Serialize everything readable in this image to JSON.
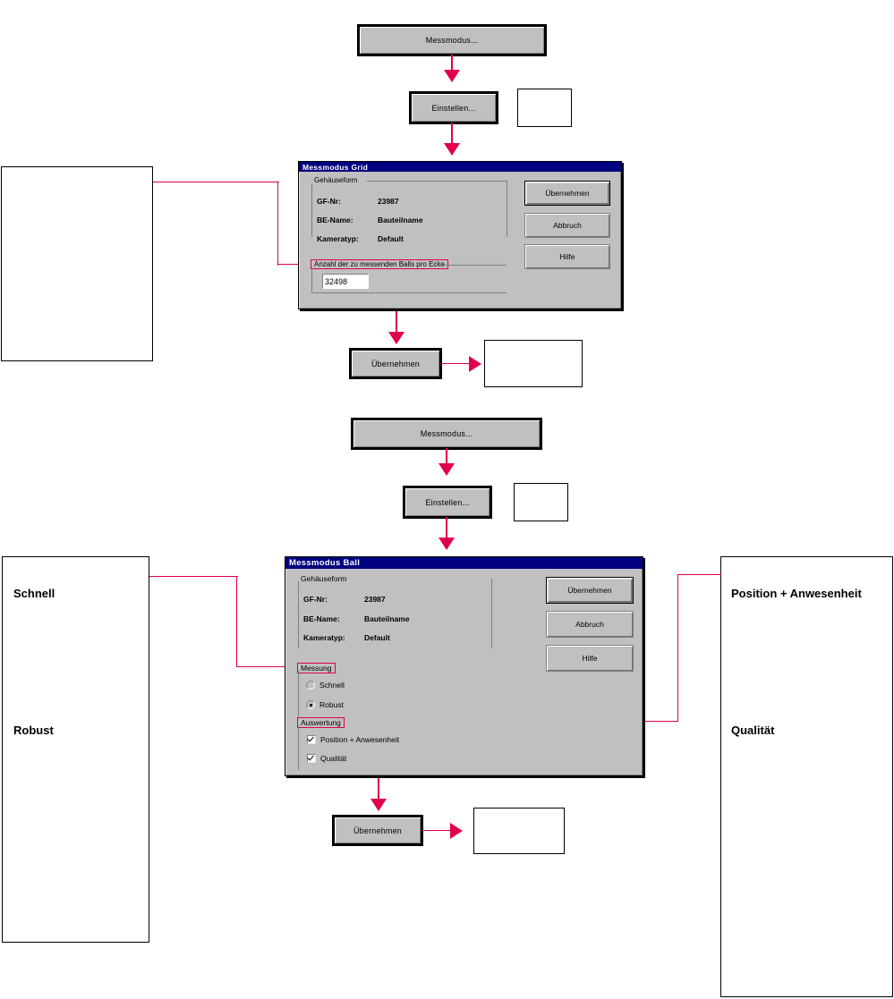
{
  "flow": {
    "section1": {
      "messmodus_label": "Messmodus...",
      "einstellen_label": "Einstellen...",
      "uebernehmen_label": "Übernehmen"
    },
    "section2": {
      "messmodus_label": "Messmodus...",
      "einstellen_label": "Einstellen...",
      "uebernehmen_label": "Übernehmen"
    }
  },
  "dialog_grid": {
    "title": "Messmodus Grid",
    "group_gehaeuseform": {
      "legend": "Gehäuseform",
      "rows": [
        {
          "label": "GF-Nr:",
          "value": "23987"
        },
        {
          "label": "BE-Name:",
          "value": "Bauteilname"
        },
        {
          "label": "Kameratyp:",
          "value": "Default"
        }
      ]
    },
    "group_anzahl": {
      "legend": "Anzahl der zu messenden Balls pro Ecke",
      "input_value": "32498"
    },
    "buttons": [
      {
        "label": "Übernehmen"
      },
      {
        "label": "Abbruch"
      },
      {
        "label": "Hilfe"
      }
    ]
  },
  "dialog_ball": {
    "title": "Messmodus Ball",
    "group_gehaeuseform": {
      "legend": "Gehäuseform",
      "rows": [
        {
          "label": "GF-Nr:",
          "value": "23987"
        },
        {
          "label": "BE-Name:",
          "value": "Bauteilname"
        },
        {
          "label": "Kameratyp:",
          "value": "Default"
        }
      ]
    },
    "group_messung": {
      "legend": "Messung",
      "options": [
        {
          "label": "Schnell",
          "selected": false
        },
        {
          "label": "Robust",
          "selected": true
        }
      ]
    },
    "group_auswertung": {
      "legend": "Auswertung",
      "options": [
        {
          "label": "Position + Anwesenheit",
          "checked": true
        },
        {
          "label": "Qualität",
          "checked": true
        }
      ]
    },
    "buttons": [
      {
        "label": "Übernehmen"
      },
      {
        "label": "Abbruch"
      },
      {
        "label": "Hilfe"
      }
    ]
  },
  "annotations": {
    "note_top_left": "",
    "note_bottom_left_1": "Schnell",
    "note_bottom_left_2": "Robust",
    "note_bottom_right_1": "Position + Anwesenheit",
    "note_bottom_right_2": "Qualität"
  },
  "colors": {
    "accent_pink": "#e0004d",
    "titlebar_blue": "#000080",
    "dialog_face": "#c0c0c0"
  }
}
